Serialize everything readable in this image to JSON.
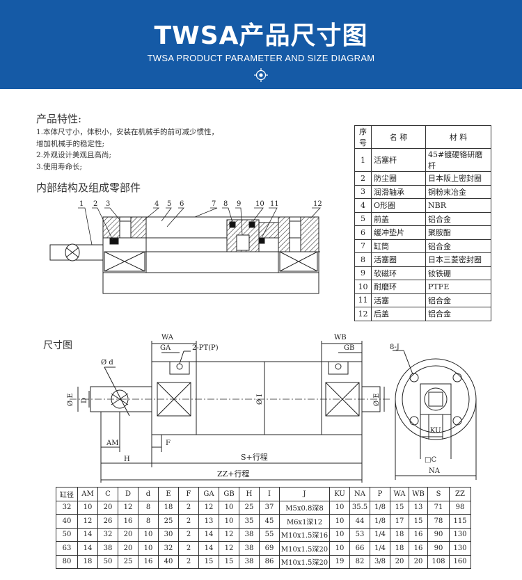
{
  "banner": {
    "title": "TWSA产品尺寸图",
    "subtitle": "TWSA PRODUCT PARAMETER AND SIZE DIAGRAM",
    "color": "#155aa6"
  },
  "features": {
    "title": "产品特性:",
    "lines": [
      "1.本体尺寸小，体积小，安装在机械手的前可减少惯性，",
      "增加机械手的稳定性;",
      "2.外观设计美观且高尚;",
      "3.使用寿命长;"
    ]
  },
  "structure": {
    "title": "内部结构及组成零部件",
    "callouts": [
      "1",
      "2",
      "3",
      "4",
      "5",
      "6",
      "7",
      "8",
      "9",
      "10",
      "11",
      "12"
    ]
  },
  "parts_table": {
    "headers": [
      "序号",
      "名  称",
      "材  料"
    ],
    "rows": [
      [
        "1",
        "活塞杆",
        "45#镀硬铬研磨杆"
      ],
      [
        "2",
        "防尘圈",
        "日本阪上密封圈"
      ],
      [
        "3",
        "润滑轴承",
        "铜粉末冶金"
      ],
      [
        "4",
        "O形圈",
        "NBR"
      ],
      [
        "5",
        "前盖",
        "铝合金"
      ],
      [
        "6",
        "缓冲垫片",
        "聚胺酯"
      ],
      [
        "7",
        "缸筒",
        "铝合金"
      ],
      [
        "8",
        "活塞圈",
        "日本三菱密封圈"
      ],
      [
        "9",
        "软磁环",
        "钕铁硼"
      ],
      [
        "10",
        "耐磨环",
        "PTFE"
      ],
      [
        "11",
        "活塞",
        "铝合金"
      ],
      [
        "12",
        "后盖",
        "铝合金"
      ]
    ]
  },
  "dimension_drawing": {
    "title": "尺寸图",
    "labels": {
      "wa": "WA",
      "ga": "GA",
      "pt": "2-PT(P)",
      "wb": "WB",
      "gb": "GB",
      "phi_d": "Ø d",
      "phi_e_left": "Ø E",
      "d": "D",
      "phi_i": "Ø I",
      "phi_e_right": "Ø E",
      "am": "AM",
      "f": "F",
      "h": "H",
      "s_stroke": "S+行程",
      "zz_stroke": "ZZ+行程",
      "j": "8-J",
      "ku": "KU",
      "c": "□C",
      "na": "NA"
    }
  },
  "dims_table": {
    "headers": [
      "缸径",
      "AM",
      "C",
      "D",
      "d",
      "E",
      "F",
      "GA",
      "GB",
      "H",
      "I",
      "J",
      "KU",
      "NA",
      "P",
      "WA",
      "WB",
      "S",
      "ZZ"
    ],
    "rows": [
      [
        "32",
        "10",
        "20",
        "12",
        "8",
        "18",
        "2",
        "12",
        "10",
        "25",
        "37",
        "M5x0.8深8",
        "10",
        "35.5",
        "1/8",
        "15",
        "13",
        "71",
        "98"
      ],
      [
        "40",
        "12",
        "26",
        "16",
        "8",
        "25",
        "2",
        "13",
        "10",
        "35",
        "45",
        "M6x1深12",
        "10",
        "44",
        "1/8",
        "17",
        "15",
        "78",
        "115"
      ],
      [
        "50",
        "14",
        "32",
        "20",
        "10",
        "30",
        "2",
        "14",
        "12",
        "38",
        "55",
        "M10x1.5深16",
        "10",
        "53",
        "1/4",
        "18",
        "16",
        "90",
        "130"
      ],
      [
        "63",
        "14",
        "38",
        "20",
        "10",
        "32",
        "2",
        "14",
        "12",
        "38",
        "69",
        "M10x1.5深20",
        "10",
        "66",
        "1/4",
        "18",
        "16",
        "90",
        "130"
      ],
      [
        "80",
        "18",
        "50",
        "25",
        "16",
        "40",
        "2",
        "15",
        "15",
        "38",
        "86",
        "M10x1.5深20",
        "19",
        "82",
        "3/8",
        "20",
        "20",
        "108",
        "160"
      ]
    ]
  }
}
